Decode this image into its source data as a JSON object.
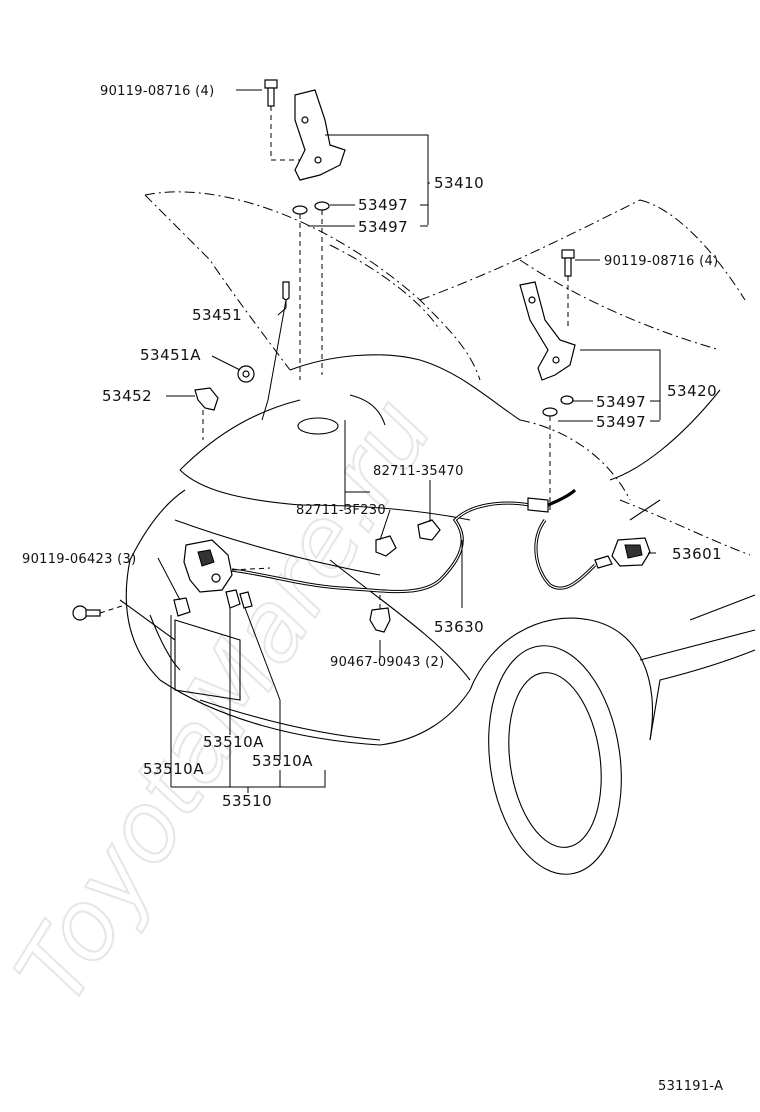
{
  "watermark": "ToyotaMare.ru",
  "diagram_id": "531191-A",
  "labels": {
    "bolt_left": "90119-08716 (4)",
    "bolt_right": "90119-08716 (4)",
    "hinge_left": "53410",
    "hinge_right": "53420",
    "washer_l1": "53497",
    "washer_l2": "53497",
    "washer_r1": "53497",
    "washer_r2": "53497",
    "support_rod": "53451",
    "support_holder": "53451A",
    "rod_clip": "53452",
    "cable_clamp_1": "82711-35470",
    "cable_clamp_2": "82711-3F230",
    "screw_front": "90119-06423 (3)",
    "release_lever": "53601",
    "release_cable": "53630",
    "clip_bottom": "90467-09043 (2)",
    "lock_part_a1": "53510A",
    "lock_part_a2": "53510A",
    "lock_part_a3": "53510A",
    "lock_assembly": "53510"
  }
}
